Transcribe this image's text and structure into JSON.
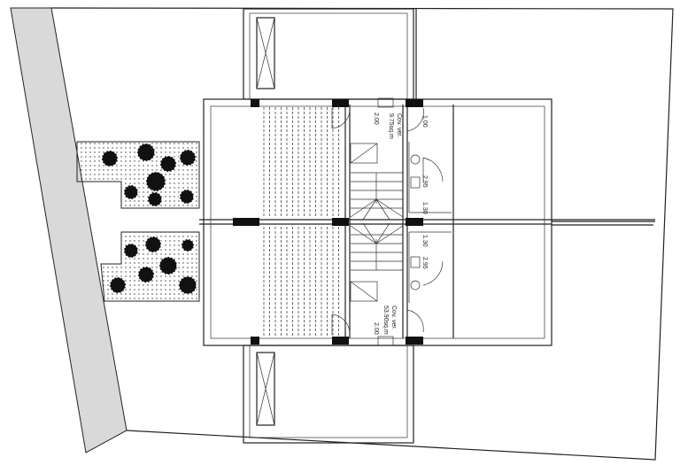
{
  "drawing": {
    "upper_unit": {
      "area_label": "Cov. ver.",
      "area_value": "9.75sq.m",
      "width_dim": "2.00",
      "door_dim": "1.00",
      "wc_dim": "2.95",
      "small_dim": "1.30"
    },
    "lower_unit": {
      "area_label": "Cov. ver.",
      "area_value": "53.90sq.m",
      "width_dim": "2.00",
      "wc_dim": "2.95",
      "small_dim": "1.30"
    }
  },
  "colors": {
    "boundary_strip": "#d9d9d9",
    "walls": "#111111",
    "lines": "#222222"
  }
}
